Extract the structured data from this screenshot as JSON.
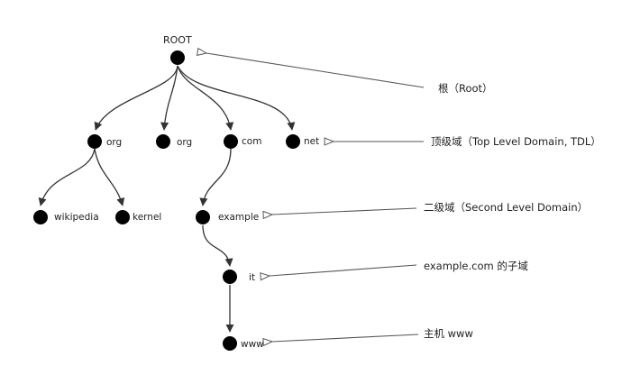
{
  "tree": {
    "root": "ROOT",
    "tld": [
      "org",
      "org",
      "com",
      "net"
    ],
    "second_level_org": [
      "wikipedia",
      "kernel"
    ],
    "second_level_com": "example",
    "subdomain": "it",
    "host": "www"
  },
  "annotations": {
    "root": "根（Root）",
    "tld": "顶级域（Top Level Domain, TDL）",
    "second_level": "二级域（Second Level Domain）",
    "subdomain": "example.com 的子域",
    "host": "主机 www"
  }
}
